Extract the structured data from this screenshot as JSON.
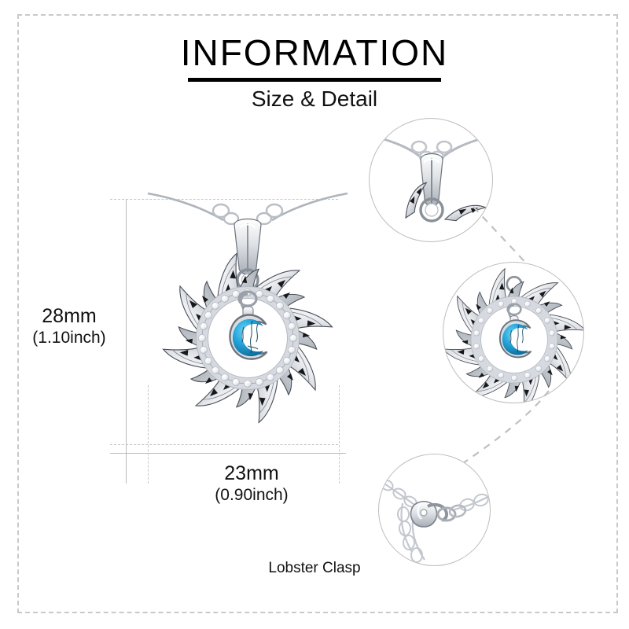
{
  "page": {
    "background": "#ffffff",
    "border_color": "#c9c9c9"
  },
  "header": {
    "title": "INFORMATION",
    "subtitle": "Size & Detail",
    "rule_color": "#000000"
  },
  "dimensions": {
    "height": {
      "mm": "28mm",
      "inch": "(1.10inch)"
    },
    "width": {
      "mm": "23mm",
      "inch": "(0.90inch)"
    },
    "guide_color": "#b9b9b9"
  },
  "product": {
    "name": "sun-flame-pendant-necklace",
    "metal_color": "#f2f3f5",
    "metal_shadow": "#8d9199",
    "outline_color": "#4a4e57",
    "stone_color": "#27a8dd",
    "stone_dark": "#0f6f9e",
    "cz_color": "#f6f7f9"
  },
  "details": [
    {
      "name": "bail-and-chain-detail",
      "caption": ""
    },
    {
      "name": "pendant-face-detail",
      "caption": ""
    },
    {
      "name": "clasp-detail",
      "caption": "Lobster Clasp"
    }
  ],
  "captions": {
    "clasp": "Lobster Clasp"
  }
}
